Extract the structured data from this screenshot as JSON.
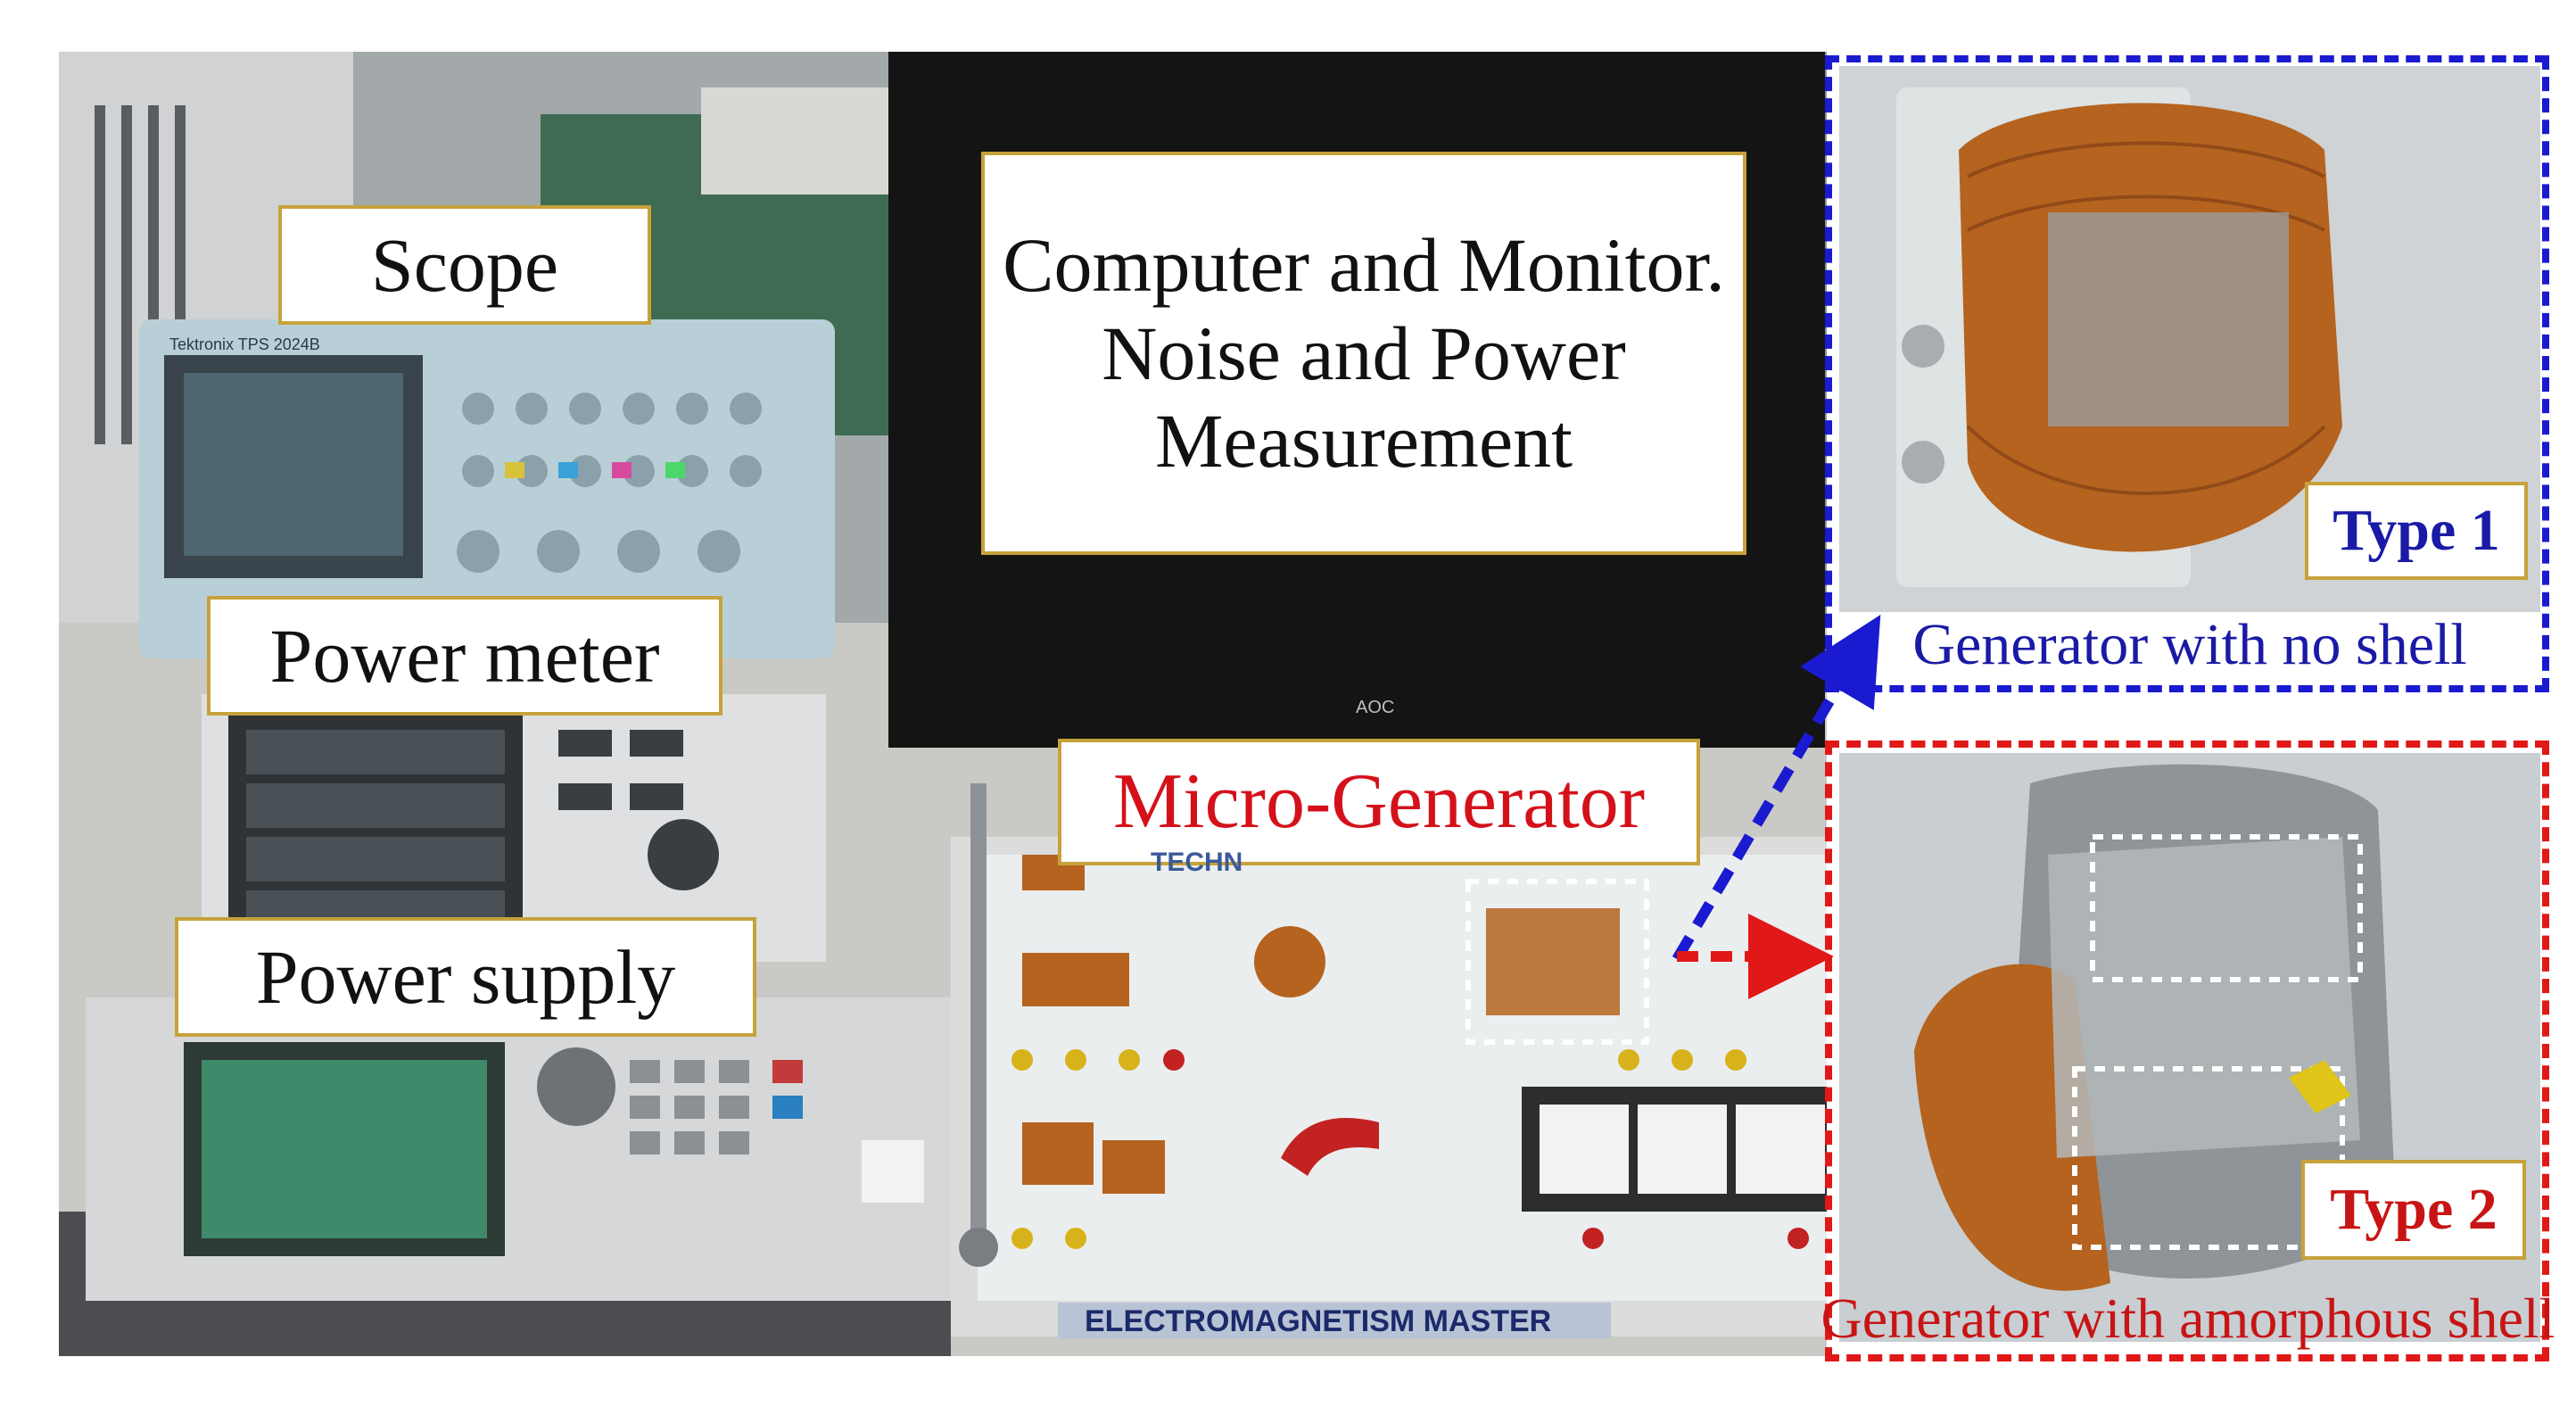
{
  "labels": {
    "scope": "Scope",
    "power_meter": "Power meter",
    "power_supply": "Power supply",
    "computer": "Computer and Monitor. Noise and Power Measurement",
    "micro_generator": "Micro-Generator",
    "type1": "Type 1",
    "type2": "Type 2"
  },
  "captions": {
    "type1": "Generator with no shell",
    "type2": "Generator with amorphous shell"
  },
  "equipment_text": {
    "board_brand": "ELECTROMAGNETISM MASTER",
    "board_top": "TECHN",
    "monitor_brand": "AOC",
    "scope_brand": "Tektronix TPS 2024B"
  },
  "colors": {
    "label_border": "#c7a23a",
    "micro_generator_text": "#d4111a",
    "type1_accent": "#1a1ad0",
    "type2_accent": "#e01818",
    "copper": "#b5631f"
  }
}
